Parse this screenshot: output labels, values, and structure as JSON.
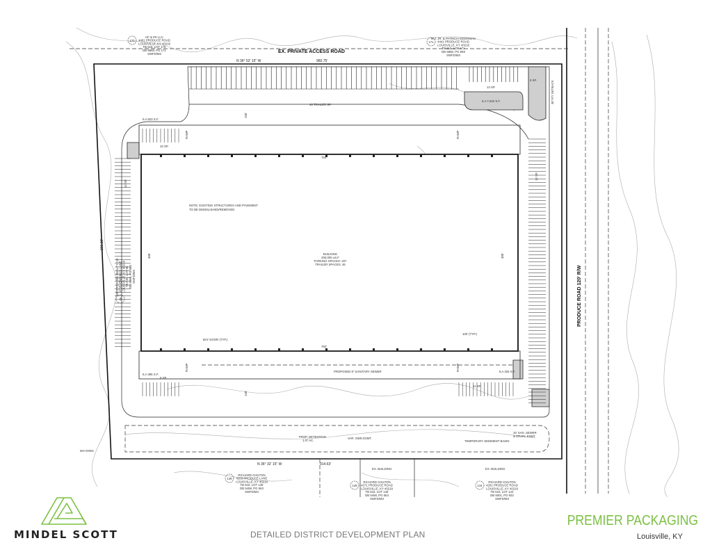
{
  "plan": {
    "road_top": "EX. PRIVATE ACCESS ROAD",
    "road_right": "PRODUCE ROAD 120' R/W",
    "bearing_top": "N 36° 52' 15\" W",
    "distance_top": "960.75'",
    "bearing_bottom": "N 36° 32' 15\" W",
    "distance_bottom": "914.63'",
    "distance_left": "906.16'",
    "trailer_label": "46 TRAILER SP.",
    "building": {
      "line1": "BUILDING",
      "line2": "200,000 ±S.F",
      "line3": "PARKING SPACES: 207",
      "line4": "TRAILER SPACES: 46"
    },
    "note_line1": "NOTE: EXISTING STRUCTURES AND PAVEMENT",
    "note_line2": "TO BE DEMOLISHED/REMOVED",
    "dim_width_top": "750'",
    "dim_width_bottom": "750'",
    "dim_depth_left": "400'",
    "dim_depth_right": "400'",
    "dim_north_court": "190'",
    "dim_south_court": "140'",
    "dim_typ": "100' (TYP.)",
    "bay_door": "BAY DOOR (TYP.)",
    "sanitary": "PROPOSED 8\" SANITARY SEWER",
    "ramp": "RAMP",
    "detention_line1": "PROP. DETENTION",
    "detention_line2": "1.07 AC.",
    "swd_esmt": "VAR. SWD ESMT.",
    "sediment": "TEMPORARY SEDIMENT BASIN",
    "san_esmt_line1": "15' SAN. SEWER",
    "san_esmt_line2": "& DRAIN. ESMT.",
    "manhole": "MH #2004",
    "setback": "30' F/Y SETBACK",
    "sp13": "13 SP.",
    "sp12": "12 SP.",
    "sp11": "11 SP.",
    "sp10": "10 SP.",
    "sp9": "9 SP.",
    "sp6": "6 SP.",
    "ila_top": "ILA 7,632 S.F.",
    "ila_nw": "ILA 923 S.F.",
    "ila_sw": "ILA 385 S.F.",
    "ila_se": "ILA 325 S.F.",
    "ex_building": "EX. BUILDING",
    "owners": [
      {
        "id": "170",
        "name": "HF & PK LLC",
        "addr": "4401 PRODUCE ROAD",
        "city": "LOUISVILLE, KY 40218",
        "tb": "TB 616, LOT 170",
        "db": "DB 9665, PG 171",
        "zone": "SWFD/M3"
      },
      {
        "id": "171",
        "name": "M.T. JR. & PATRICIA MOORMAN",
        "addr": "4441 PRODUCE ROAD",
        "city": "LOUISVILLE, KY 40218",
        "tb": "TB 616, LOT 171",
        "db": "DB 5856, PG 569",
        "zone": "SWFD/M3"
      },
      {
        "id": "149",
        "name": "RICHARD CHILTON",
        "addr": "4203 PRODUCE LANE",
        "city": "LOUISVILLE, KY 40218",
        "tb": "TB 616, LOT 149",
        "db": "DB 5458, PG 563",
        "zone": "SWFD/M3"
      },
      {
        "id": "148",
        "name": "RICHARD CHILTON",
        "addr": "4271 PRODUCE ROAD",
        "city": "LOUISVILLE, KY 40218",
        "tb": "TB 616, LOT 148",
        "db": "DB 5458, PG 563",
        "zone": "SWFD/M3"
      },
      {
        "id": "144",
        "name": "RICHARD CHILTON",
        "addr": "4201 PRODUCE ROAD",
        "city": "LOUISVILLE, KY 40218",
        "tb": "TB 616, LOT 144",
        "db": "DB 5001, PG 832",
        "zone": "SWFD/M3"
      },
      {
        "id": "55",
        "name": "GEORGIA IND REALTY CO.",
        "addr": "4705 JENNINGS LANE",
        "city": "LOUISVILLE, KY 40218",
        "tb": "TB 615, LOT 55",
        "db": "DB 5458, PG 563",
        "zone": "SWFD/M3"
      }
    ]
  },
  "footer": {
    "company": "MINDEL SCOTT",
    "plan_title": "DETAILED DISTRICT DEVELOPMENT PLAN",
    "project": "PREMIER PACKAGING",
    "location": "Louisville, KY"
  },
  "colors": {
    "brand_green": "#7bc043",
    "line": "#111111",
    "topo": "#aaaaaa"
  }
}
